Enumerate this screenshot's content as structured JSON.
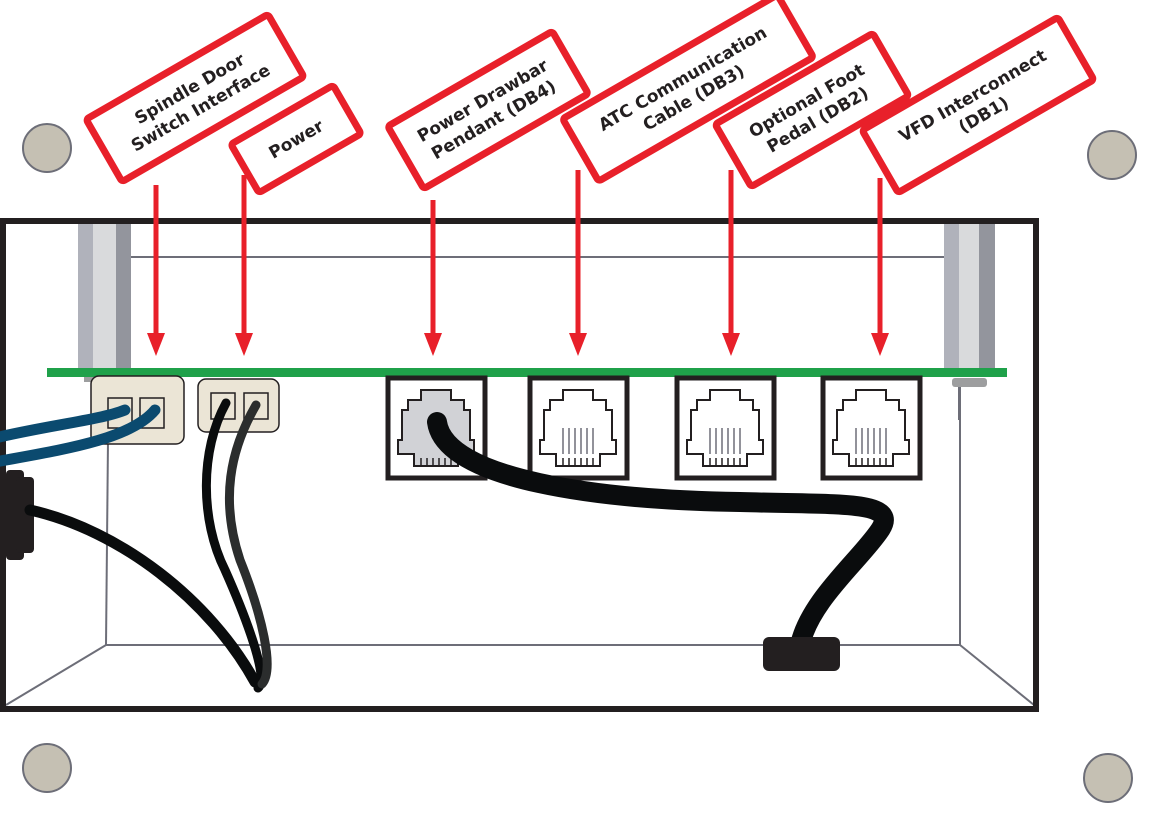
{
  "diagram": {
    "title": "Control box rear connector panel",
    "colors": {
      "callout_red": "#e8202a",
      "pcb_green": "#1fa14a",
      "enclosure_black": "#231f20",
      "screw_fill": "#c5c0b3",
      "screw_stroke": "#6d6e78",
      "cable_blue": "#0b4a6f",
      "cable_black": "#0a0c0d",
      "connector_beige": "#ebe5d6"
    },
    "callouts": [
      {
        "id": "spindle-door",
        "lines": [
          "Spindle Door",
          "Switch Interface"
        ],
        "target": "Spindle door switch connector"
      },
      {
        "id": "power",
        "lines": [
          "Power"
        ],
        "target": "Power connector"
      },
      {
        "id": "db4",
        "lines": [
          "Power Drawbar",
          "Pendant (DB4)"
        ],
        "target": "RJ45 port DB4 (occupied)"
      },
      {
        "id": "db3",
        "lines": [
          "ATC Communication",
          "Cable (DB3)"
        ],
        "target": "RJ45 port DB3"
      },
      {
        "id": "db2",
        "lines": [
          "Optional Foot",
          "Pedal (DB2)"
        ],
        "target": "RJ45 port DB2"
      },
      {
        "id": "db1",
        "lines": [
          "VFD Interconnect",
          "(DB1)"
        ],
        "target": "RJ45 port DB1"
      }
    ],
    "ports": [
      {
        "name": "DB4",
        "occupied": true
      },
      {
        "name": "DB3",
        "occupied": false
      },
      {
        "name": "DB2",
        "occupied": false
      },
      {
        "name": "DB1",
        "occupied": false
      }
    ],
    "mounting_screws": [
      "top-left",
      "top-right",
      "bottom-left",
      "bottom-right"
    ]
  }
}
